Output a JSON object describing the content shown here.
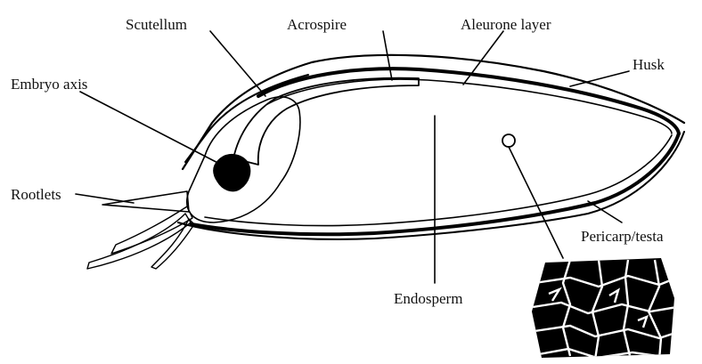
{
  "diagram": {
    "labels": {
      "scutellum": "Scutellum",
      "acrospire": "Acrospire",
      "aleurone_layer": "Aleurone layer",
      "husk": "Husk",
      "embryo_axis": "Embryo axis",
      "rootlets": "Rootlets",
      "pericarp_testa": "Pericarp/testa",
      "endosperm": "Endosperm"
    }
  }
}
